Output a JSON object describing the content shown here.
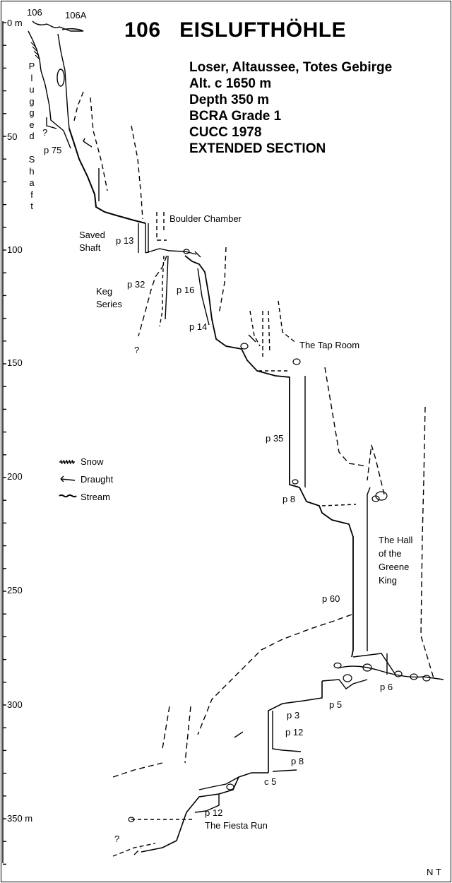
{
  "header": {
    "cave_number": "106",
    "cave_name": "EISLUFTHÖHLE",
    "meta_lines": [
      "Loser, Altaussee, Totes Gebirge",
      "Alt. c 1650 m",
      "Depth 350 m",
      "BCRA Grade 1",
      "CUCC 1978",
      "EXTENDED SECTION"
    ]
  },
  "entrances": [
    "106",
    "106A"
  ],
  "depth_scale": {
    "labels": [
      "0 m",
      "50",
      "100",
      "150",
      "200",
      "250",
      "300",
      "350 m"
    ]
  },
  "vertical_label": "Plugged Shaft",
  "features": {
    "p75": "p 75",
    "saved_shaft_1": "Saved",
    "saved_shaft_2": "Shaft",
    "p13": "p 13",
    "boulder_chamber": "Boulder Chamber",
    "p32": "p 32",
    "keg_1": "Keg",
    "keg_2": "Series",
    "p16": "p 16",
    "p14": "p 14",
    "tap_room": "The Tap Room",
    "p35": "p 35",
    "p8a": "p 8",
    "hall_1": "The Hall",
    "hall_2": "of the",
    "hall_3": "Greene",
    "hall_4": "King",
    "p60": "p 60",
    "p6": "p 6",
    "p5": "p 5",
    "p3": "p 3",
    "p12a": "p 12",
    "p8b": "p 8",
    "c5": "c 5",
    "p12b": "p 12",
    "fiesta": "The Fiesta Run",
    "q1": "?",
    "q2": "?",
    "q3": "?"
  },
  "legend": {
    "snow": "Snow",
    "draught": "Draught",
    "stream": "Stream"
  },
  "credit": "N T"
}
